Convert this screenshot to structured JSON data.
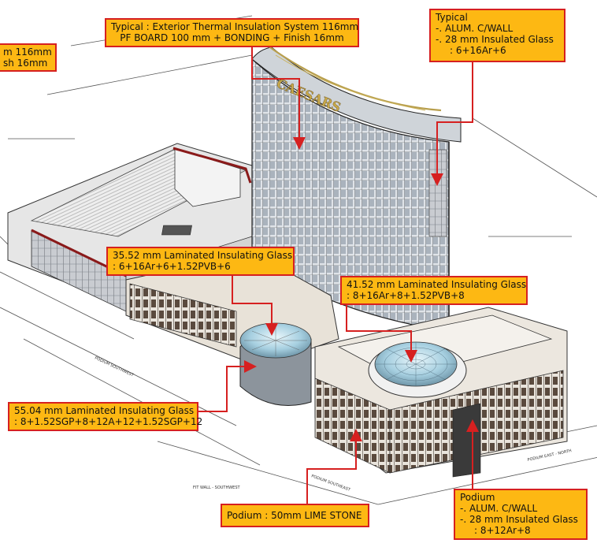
{
  "callouts": {
    "partial_left": {
      "lines": [
        "m 116mm",
        "sh 16mm"
      ]
    },
    "thermal": {
      "lines": [
        "Typical : Exterior Thermal Insulation System 116mm",
        "PF BOARD 100 mm + BONDING + Finish 16mm"
      ]
    },
    "typical_curtain_wall": {
      "lines": [
        "Typical",
        "-. ALUM. C/WALL",
        "-. 28 mm Insulated Glass",
        ": 6+16Ar+6"
      ]
    },
    "glass_3552": {
      "lines": [
        "35.52 mm Laminated Insulating Glass",
        ": 6+16Ar+6+1.52PVB+6"
      ]
    },
    "glass_4152": {
      "lines": [
        "41.52 mm Laminated Insulating Glass",
        ": 8+16Ar+8+1.52PVB+8"
      ]
    },
    "glass_5504": {
      "lines": [
        "55.04 mm Laminated Insulating Glass",
        ": 8+1.52SGP+8+12A+12+1.52SGP+12"
      ]
    },
    "podium_stone": {
      "lines": [
        "Podium : 50mm LIME STONE"
      ]
    },
    "podium_curtain_wall": {
      "lines": [
        "Podium",
        "-. ALUM. C/WALL",
        "-. 28 mm Insulated Glass",
        ": 8+12Ar+8"
      ]
    }
  },
  "signage": {
    "tower_sign": "CAESARS"
  },
  "drawing_labels": {
    "fit_wall": "FIT WALL - SOUTHWEST",
    "street_1": "PODIUM SOUTHWEST",
    "street_2": "PODIUM SOUTHEAST",
    "street_3": "PODIUM EAST - NORTH"
  }
}
